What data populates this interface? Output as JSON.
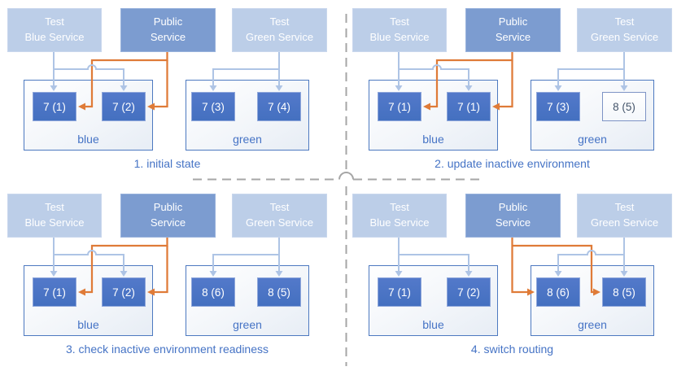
{
  "colors": {
    "accent_blue": "#4573C5",
    "orange_route": "#DF7B38",
    "light_route": "#AEC4E5",
    "instance_fill": "#4A72C4",
    "test_service_fill": "#BCCEE8",
    "public_service_fill": "#7C9CD0",
    "divider_gray": "#A6A6A6"
  },
  "panels": [
    {
      "caption": "1. initial state",
      "public_route": "blue",
      "services": [
        {
          "line1": "Test",
          "line2": "Blue Service"
        },
        {
          "line1": "Public",
          "line2": "Service"
        },
        {
          "line1": "Test",
          "line2": "Green Service"
        }
      ],
      "environments": [
        {
          "label": "blue",
          "instances": [
            {
              "label": "7 (1)",
              "variant": "filled"
            },
            {
              "label": "7 (2)",
              "variant": "filled"
            }
          ]
        },
        {
          "label": "green",
          "instances": [
            {
              "label": "7 (3)",
              "variant": "filled"
            },
            {
              "label": "7 (4)",
              "variant": "filled"
            }
          ]
        }
      ]
    },
    {
      "caption": "2. update inactive environment",
      "public_route": "blue",
      "services": [
        {
          "line1": "Test",
          "line2": "Blue Service"
        },
        {
          "line1": "Public",
          "line2": "Service"
        },
        {
          "line1": "Test",
          "line2": "Green Service"
        }
      ],
      "environments": [
        {
          "label": "blue",
          "instances": [
            {
              "label": "7 (1)",
              "variant": "filled"
            },
            {
              "label": "7 (1)",
              "variant": "filled"
            }
          ]
        },
        {
          "label": "green",
          "instances": [
            {
              "label": "7 (3)",
              "variant": "filled"
            },
            {
              "label": "8 (5)",
              "variant": "outlined"
            }
          ]
        }
      ]
    },
    {
      "caption": "3. check inactive environment readiness",
      "public_route": "blue",
      "services": [
        {
          "line1": "Test",
          "line2": "Blue Service"
        },
        {
          "line1": "Public",
          "line2": "Service"
        },
        {
          "line1": "Test",
          "line2": "Green Service"
        }
      ],
      "environments": [
        {
          "label": "blue",
          "instances": [
            {
              "label": "7 (1)",
              "variant": "filled"
            },
            {
              "label": "7 (2)",
              "variant": "filled"
            }
          ]
        },
        {
          "label": "green",
          "instances": [
            {
              "label": "8 (6)",
              "variant": "filled"
            },
            {
              "label": "8 (5)",
              "variant": "filled"
            }
          ]
        }
      ]
    },
    {
      "caption": "4. switch routing",
      "public_route": "green",
      "services": [
        {
          "line1": "Test",
          "line2": "Blue Service"
        },
        {
          "line1": "Public",
          "line2": "Service"
        },
        {
          "line1": "Test",
          "line2": "Green Service"
        }
      ],
      "environments": [
        {
          "label": "blue",
          "instances": [
            {
              "label": "7 (1)",
              "variant": "filled"
            },
            {
              "label": "7 (2)",
              "variant": "filled"
            }
          ]
        },
        {
          "label": "green",
          "instances": [
            {
              "label": "8 (6)",
              "variant": "filled"
            },
            {
              "label": "8 (5)",
              "variant": "filled"
            }
          ]
        }
      ]
    }
  ]
}
